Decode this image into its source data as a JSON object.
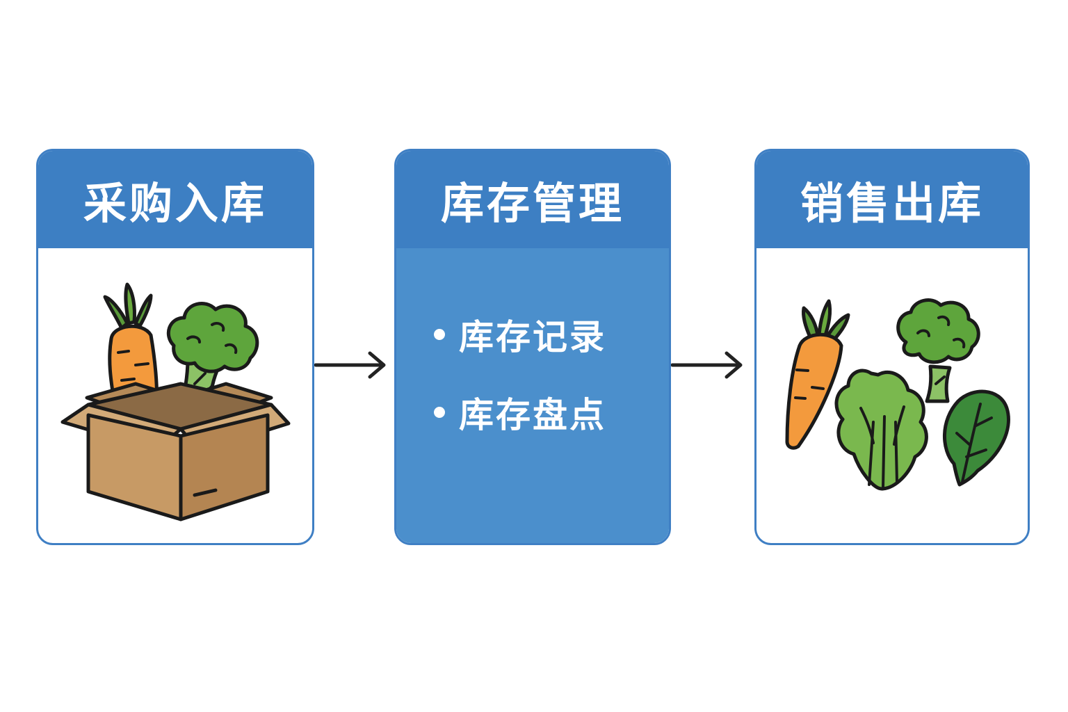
{
  "steps": [
    {
      "title": "采购入库",
      "illustration": "box-with-vegetables-icon"
    },
    {
      "title": "库存管理",
      "items": [
        "库存记录",
        "库存盘点"
      ]
    },
    {
      "title": "销售出库",
      "illustration": "vegetables-icon"
    }
  ],
  "colors": {
    "header": "#3d7fc3",
    "border": "#3f7fc4",
    "middle_body": "#4b8fcc",
    "arrow": "#222222"
  }
}
